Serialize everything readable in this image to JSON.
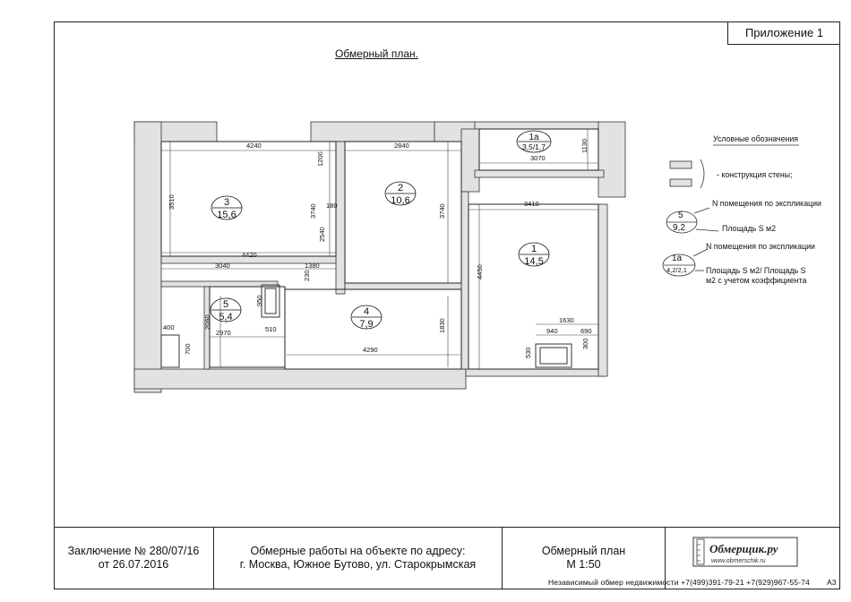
{
  "appendix": "Приложение 1",
  "plan_title": "Обмерный план.",
  "rooms": [
    {
      "num": "3",
      "area": "15,6"
    },
    {
      "num": "2",
      "area": "10,6"
    },
    {
      "num": "1а",
      "area": "3,5/1,7"
    },
    {
      "num": "1",
      "area": "14,5"
    },
    {
      "num": "5",
      "area": "5,4"
    },
    {
      "num": "4",
      "area": "7,9"
    }
  ],
  "dimensions": [
    "4240",
    "2840",
    "3070",
    "1130",
    "1200",
    "3510",
    "3740",
    "180",
    "2540",
    "3740",
    "3410",
    "4420",
    "3040",
    "1380",
    "230",
    "950",
    "2060",
    "510",
    "400",
    "2970",
    "700",
    "4290",
    "1830",
    "4450",
    "1630",
    "940",
    "690",
    "300",
    "530"
  ],
  "legend": {
    "title": "Условные обозначения",
    "wall": "- конструкция стены;",
    "sample1": {
      "num": "5",
      "area": "9,2"
    },
    "n_label_1": "N помещения по экспликации",
    "area_label_1": "Площадь S м2",
    "sample2": {
      "num": "1а",
      "area": "4,2/2,1"
    },
    "n_label_2": "N помещения по экспликации",
    "area_label_2a": "Площадь S м2/ Площадь S",
    "area_label_2b": "м2 с учетом коэффициента"
  },
  "title_block": {
    "conclusion_line1": "Заключение № 280/07/16",
    "conclusion_line2": "от 26.07.2016",
    "address_line1": "Обмерные работы на объекте по адресу:",
    "address_line2": "г. Москва, Южное Бутово, ул. Старокрымская",
    "plan_line1": "Обмерный план",
    "plan_line2": "М 1:50",
    "logo_text": "Обмерщик.ру",
    "logo_url": "www.obmerschik.ru"
  },
  "footer": "Независимый обмер недвижимости +7(499)391-79-21 +7(929)967-55-74",
  "sheet": "А3"
}
